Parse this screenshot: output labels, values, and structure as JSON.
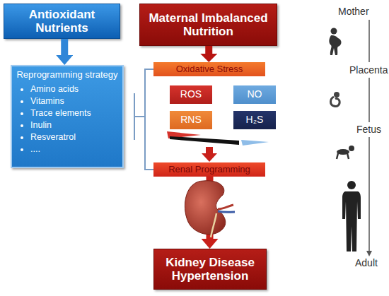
{
  "diagram": {
    "nodes": [
      {
        "text": [
          "Antioxidant Nutrients"
        ]
      },
      {
        "text": [
          "Reprogramming strategy",
          "Amino acids",
          "Vitamins",
          "Trace elements",
          "Inulin",
          "Resveratrol",
          "...."
        ]
      },
      {
        "text": [
          "Maternal Imbalanced Nutrition"
        ]
      },
      {
        "text": [
          "Oxidative Stress"
        ]
      },
      {
        "text": [
          "ROS"
        ]
      },
      {
        "text": [
          "NO"
        ]
      },
      {
        "text": [
          "RNS"
        ]
      },
      {
        "text": [
          "H₂S"
        ]
      },
      {
        "text": [
          "Renal Programming"
        ]
      },
      {
        "text": [
          "Kidney Disease Hypertension"
        ]
      }
    ],
    "edges": [
      {
        "from": 0,
        "to": 1,
        "arrow": "to"
      },
      {
        "from": 2,
        "to": 3,
        "arrow": "to"
      },
      {
        "from": 3,
        "to": 8,
        "arrow": "none"
      },
      {
        "from": 8,
        "to": 9,
        "arrow": "to"
      }
    ],
    "labels": [
      "Mother",
      "Placenta",
      "Fetus",
      "Adult"
    ]
  }
}
